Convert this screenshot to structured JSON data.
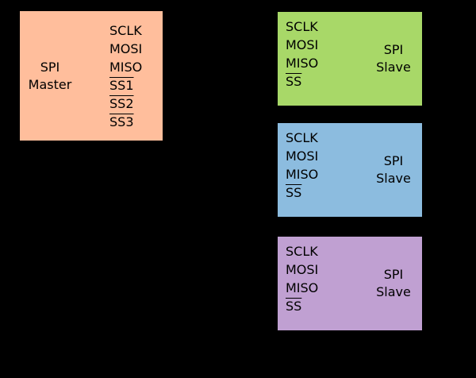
{
  "background": "#000000",
  "master": {
    "color": "#ffbe9c",
    "label_line1": "SPI",
    "label_line2": "Master",
    "pins": [
      {
        "name": "SCLK",
        "overline": false
      },
      {
        "name": "MOSI",
        "overline": false
      },
      {
        "name": "MISO",
        "overline": false
      },
      {
        "name": "SS1",
        "overline": true
      },
      {
        "name": "SS2",
        "overline": true
      },
      {
        "name": "SS3",
        "overline": true
      }
    ]
  },
  "slaves": [
    {
      "color": "#a8d868",
      "label_line1": "SPI",
      "label_line2": "Slave",
      "pins": [
        {
          "name": "SCLK",
          "overline": false
        },
        {
          "name": "MOSI",
          "overline": false
        },
        {
          "name": "MISO",
          "overline": false
        },
        {
          "name": "SS",
          "overline": true
        }
      ]
    },
    {
      "color": "#8cbcdf",
      "label_line1": "SPI",
      "label_line2": "Slave",
      "pins": [
        {
          "name": "SCLK",
          "overline": false
        },
        {
          "name": "MOSI",
          "overline": false
        },
        {
          "name": "MISO",
          "overline": false
        },
        {
          "name": "SS",
          "overline": true
        }
      ]
    },
    {
      "color": "#c0a0d2",
      "label_line1": "SPI",
      "label_line2": "Slave",
      "pins": [
        {
          "name": "SCLK",
          "overline": false
        },
        {
          "name": "MOSI",
          "overline": false
        },
        {
          "name": "MISO",
          "overline": false
        },
        {
          "name": "SS",
          "overline": true
        }
      ]
    }
  ]
}
